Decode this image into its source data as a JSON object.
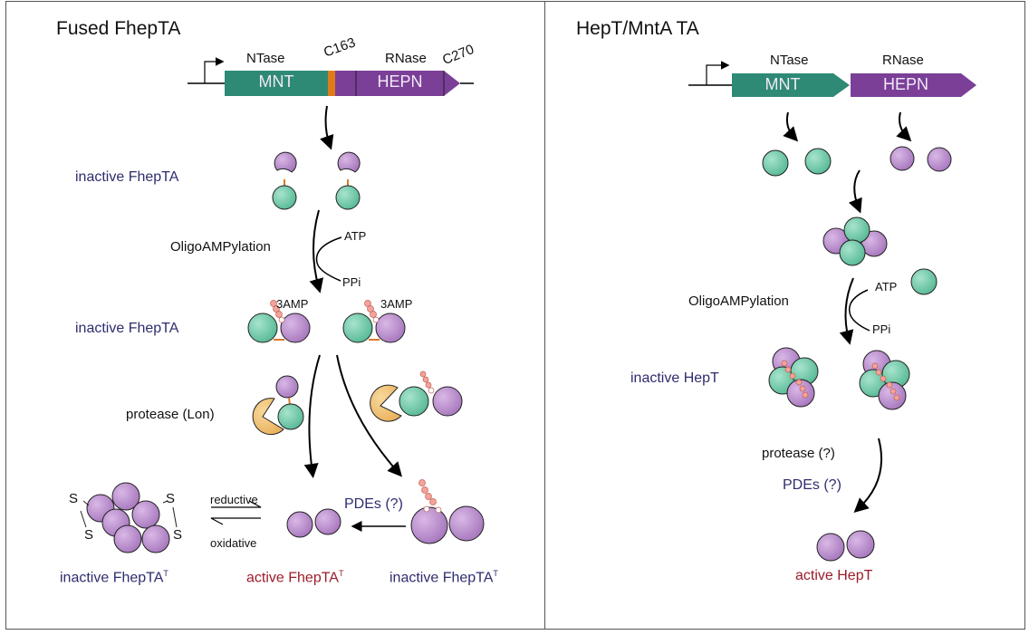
{
  "left_panel": {
    "title": "Fused FhepTA",
    "gene": {
      "domain1_label": "NTase",
      "domain1_name": "MNT",
      "residue1": "C163",
      "domain2_label": "RNase",
      "domain2_name": "HEPN",
      "residue2": "C270"
    },
    "state1_label": "inactive FhepTA",
    "step1_label": "OligoAMPylation",
    "substrate": "ATP",
    "byproduct": "PPi",
    "state2_label": "inactive FhepTA",
    "modification_label_1": "3AMP",
    "modification_label_2": "3AMP",
    "protease_label": "protease (Lon)",
    "disulfide_atoms": [
      "S",
      "S",
      "S",
      "S"
    ],
    "reductive_label": "reductive",
    "oxidative_label": "oxidative",
    "pde_label": "PDEs (?)",
    "bottom_labels": {
      "inactive_oligomer": "inactive FhepTA",
      "active": "active FhepTA",
      "inactive_modified": "inactive FhepTA",
      "superscript": "T"
    }
  },
  "right_panel": {
    "title": "HepT/MntA TA",
    "gene": {
      "domain1_label": "NTase",
      "domain1_name": "MNT",
      "domain2_label": "RNase",
      "domain2_name": "HEPN"
    },
    "step1_label": "OligoAMPylation",
    "substrate": "ATP",
    "byproduct": "PPi",
    "state_label": "inactive HepT",
    "protease_label": "protease (?)",
    "pde_label": "PDEs (?)",
    "active_label": "active HepT"
  },
  "colors": {
    "mnt_teal": "#2e8a74",
    "hepn_purple": "#7b3f98",
    "linker_orange": "#e07b1a",
    "toxin_purple": "#b284c6",
    "antitoxin_green": "#6ccaa8",
    "protease_yellow": "#f0bd6a",
    "amp_pink": "#f4a39a",
    "navy_text": "#2e2d6e",
    "active_red": "#9b1c2a"
  }
}
